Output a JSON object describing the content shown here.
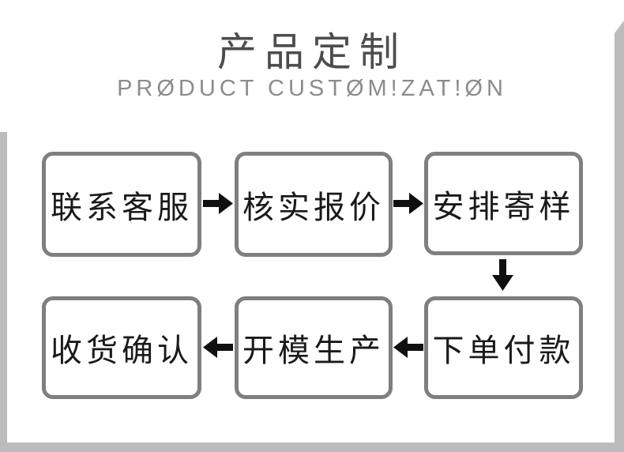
{
  "page": {
    "title": "产品定制",
    "subtitle": "PRODUCT CUSTOMIZATION",
    "subtitle_display": "PRØDUCT CUSTØM!ZAT!ØN"
  },
  "flow": {
    "steps": [
      {
        "label": "联系客服"
      },
      {
        "label": "核实报价"
      },
      {
        "label": "安排寄样"
      },
      {
        "label": "下单付款"
      },
      {
        "label": "开模生产"
      },
      {
        "label": "收货确认"
      }
    ]
  },
  "colors": {
    "box_border": "#7f7f7f",
    "box_text": "#1a1a1a",
    "arrow": "#101010",
    "title": "#4d4d4d",
    "subtitle": "#8c8c8c",
    "page_edge": "#bcbcbc",
    "background": "#ffffff"
  }
}
